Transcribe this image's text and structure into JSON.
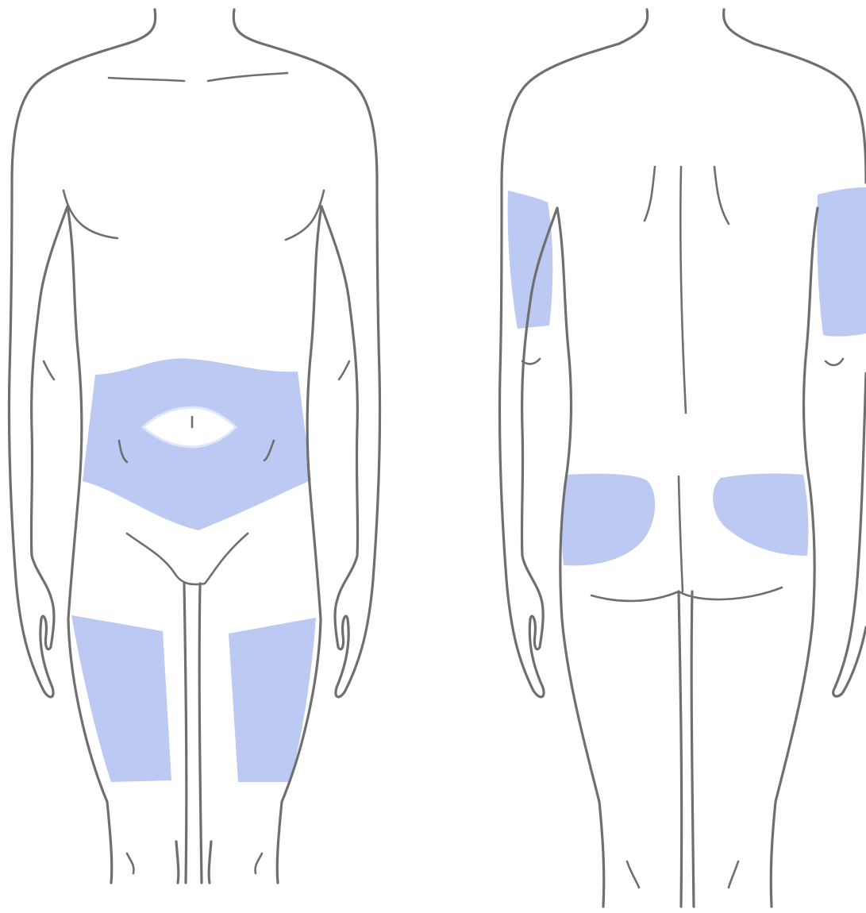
{
  "figure": {
    "views": [
      {
        "id": "front",
        "regions": [
          "abdomen",
          "left-thigh",
          "right-thigh"
        ]
      },
      {
        "id": "back",
        "regions": [
          "left-upper-arm",
          "right-upper-arm",
          "left-buttock",
          "right-buttock"
        ]
      }
    ],
    "colors": {
      "highlight": "#bccaf3",
      "outline": "#6f6f6f",
      "background": "#ffffff"
    }
  }
}
